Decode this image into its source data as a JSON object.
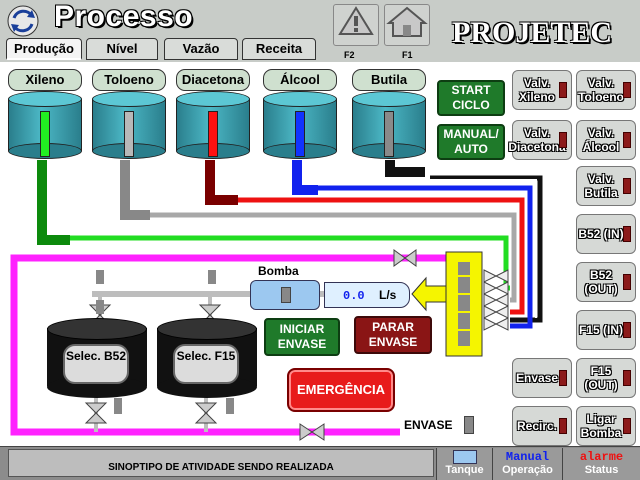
{
  "header": {
    "title": "Processo",
    "brand": "PROJETEC",
    "tabs": [
      "Produção",
      "Nível",
      "Vazão",
      "Receita"
    ],
    "f2_label": "F2",
    "f1_label": "F1"
  },
  "tanks": [
    {
      "label": "Xileno",
      "level_color": "#22ee22"
    },
    {
      "label": "Toloeno",
      "level_color": "#b8b8b8"
    },
    {
      "label": "Diacetona",
      "level_color": "#ff1111"
    },
    {
      "label": "Álcool",
      "level_color": "#1133ff"
    },
    {
      "label": "Butila",
      "level_color": "#8a8a8a"
    }
  ],
  "controls": {
    "start": "START CICLO",
    "manual": "MANUAL/ AUTO",
    "pump_label": "Bomba",
    "flow_value": "0.0",
    "flow_unit": "L/s",
    "iniciar": "INICIAR ENVASE",
    "parar": "PARAR ENVASE",
    "emergencia": "EMERGÊNCIA",
    "envase_label": "ENVASE"
  },
  "process_tanks": [
    {
      "label": "Selec. B52"
    },
    {
      "label": "Selec. F15"
    }
  ],
  "side_buttons": [
    {
      "label": "Valv. Xileno"
    },
    {
      "label": "Valv. Toloeno"
    },
    {
      "label": "Valv. Diacetona"
    },
    {
      "label": "Valv. Álcool"
    },
    {
      "label": "Valv. Butila"
    },
    {
      "label": "B52 (IN)"
    },
    {
      "label": "B52 (OUT)"
    },
    {
      "label": "F15 (IN)"
    },
    {
      "label": "Envase"
    },
    {
      "label": "F15 (OUT)"
    },
    {
      "label": "Recirc."
    },
    {
      "label": "Ligar Bomba"
    }
  ],
  "status": {
    "message": "SINOPTIPO DE ATIVIDADE SENDO REALIZADA",
    "tanque": "Tanque",
    "manual": "Manual",
    "operacao": "Operação",
    "alarme": "alarme",
    "status": "Status"
  },
  "colors": {
    "pipe_green": "#22dd22",
    "pipe_gray": "#a8a8a8",
    "pipe_red": "#ee1111",
    "pipe_blue": "#1122ee",
    "pipe_black": "#111111",
    "pipe_magenta": "#ff22ff"
  }
}
